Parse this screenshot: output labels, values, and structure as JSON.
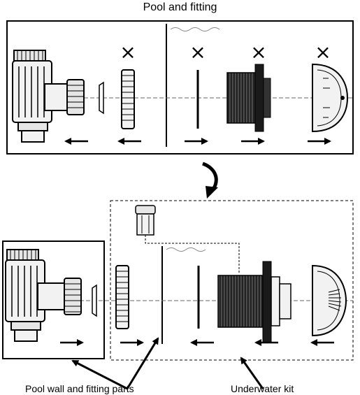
{
  "title": "Pool and fitting",
  "footer": {
    "left_caption": "Pool wall and fitting parts",
    "right_caption": "Underwater kit"
  },
  "top_panel": {
    "removed_marker": "×",
    "removed_parts": [
      "inner-nut",
      "gasket",
      "threaded-body",
      "face-cover"
    ],
    "arrow_directions": [
      "left",
      "left",
      "right",
      "right",
      "right"
    ]
  },
  "bottom_panel": {
    "arrow_directions": [
      "right",
      "right",
      "left",
      "left",
      "left"
    ]
  },
  "colors": {
    "line": "#000000",
    "fill_light": "#f2f2f2",
    "fill_dark": "#1a1a1a",
    "background": "#ffffff"
  },
  "icons": [
    "close-icon",
    "arrow-left-icon",
    "arrow-right-icon",
    "curved-arrow-down-icon"
  ]
}
